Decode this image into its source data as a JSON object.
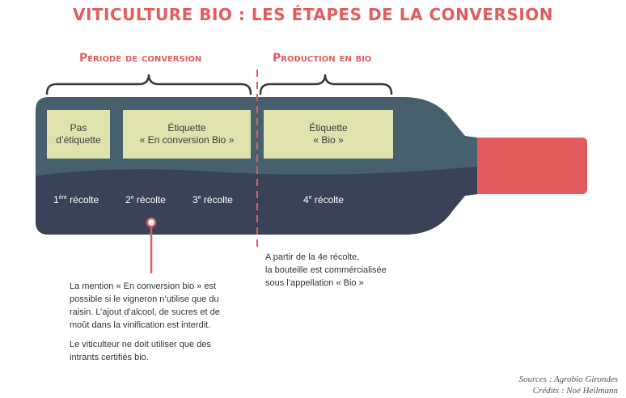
{
  "title": "VITICULTURE BIO : LES ÉTAPES DE LA CONVERSION",
  "phases": {
    "conversion": "Période de conversion",
    "production": "Production en bio"
  },
  "labels": {
    "none": [
      "Pas",
      "d’étiquette"
    ],
    "conversion": [
      "Étiquette",
      "« En conversion Bio »"
    ],
    "bio": [
      "Étiquette",
      "« Bio »"
    ]
  },
  "harvests": {
    "h1": {
      "num": "1",
      "sup": "ère",
      "word": " récolte"
    },
    "h2": {
      "num": "2",
      "sup": "e",
      "word": " récolte"
    },
    "h3": {
      "num": "3",
      "sup": "e",
      "word": " récolte"
    },
    "h4": {
      "num": "4",
      "sup": "e",
      "word": " récolte"
    }
  },
  "notes": {
    "conversion": [
      "La mention « En conversion bio » est possible si le vigneron n’utilise que du raisin. L’ajout d’alcool, de sucres et de moût dans la vinification est interdit.",
      "Le viticulteur ne doit utiliser que des intrants certifiés bio."
    ],
    "bio": [
      "A partir de la 4e récolte,",
      "la bouteille est commércialisée",
      "sous l’appellation « Bio »"
    ]
  },
  "credits": [
    "Sources : Agrobio Girondes",
    "Crédits : Noé Heilmann"
  ],
  "colors": {
    "accent": "#e25c5f",
    "bottle_top": "#46606e",
    "bottle_bottom": "#3a4258",
    "label": "#dfe2ad",
    "cap": "#e25c5f"
  }
}
